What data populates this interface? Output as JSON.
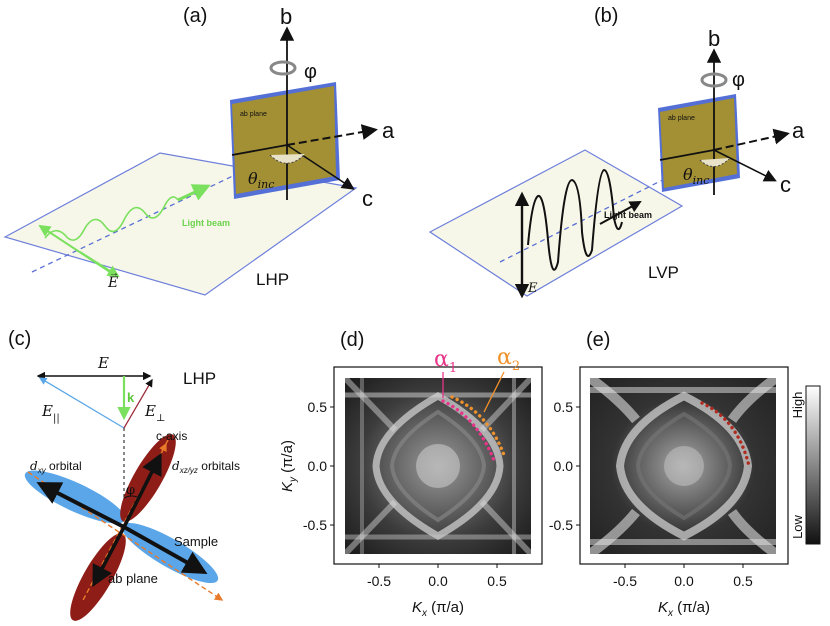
{
  "panels": {
    "a": {
      "label": "(a)",
      "axis_b": "b",
      "axis_a": "a",
      "axis_c": "c",
      "phi": "φ",
      "plane_label": "ab  plane",
      "theta_main": "θ",
      "theta_sub": "inc",
      "beam_label": "Light beam",
      "field_label": "E",
      "polarization": "LHP"
    },
    "b": {
      "label": "(b)",
      "axis_b": "b",
      "axis_a": "a",
      "axis_c": "c",
      "phi": "φ",
      "plane_label": "ab plane",
      "theta_main": "θ",
      "theta_sub": "inc",
      "beam_label": "Light beam",
      "field_label": "E",
      "polarization": "LVP"
    },
    "c": {
      "label": "(c)",
      "field_label": "E",
      "e_par": "E",
      "e_par_sub": "||",
      "e_perp": "E",
      "e_perp_sub": "⊥",
      "k_label": "k",
      "polarization": "LHP",
      "c_axis": "c-axis",
      "dxy_label": "xy",
      "dxy_suffix": "orbital",
      "dxz_label": "xz/yz",
      "dxz_suffix": "orbitals",
      "phi": "φ",
      "sample_label": "Sample",
      "plane_label": "ab plane"
    },
    "d": {
      "label": "(d)",
      "alpha1": "α",
      "alpha1_sub": "1",
      "alpha2": "α",
      "alpha2_sub": "2",
      "xlabel_main": "K",
      "xlabel_sub": "x",
      "xlabel_unit": " (π/a)",
      "ylabel_main": "K",
      "ylabel_sub": "y",
      "ylabel_unit": " (π/a)",
      "xticks": [
        "-0.5",
        "0.0",
        "0.5"
      ],
      "yticks": [
        "0.5",
        "0.0",
        "-0.5"
      ]
    },
    "e": {
      "label": "(e)",
      "xlabel_main": "K",
      "xlabel_sub": "x",
      "xlabel_unit": " (π/a)",
      "xticks": [
        "-0.5",
        "0.0",
        "0.5"
      ],
      "yticks": [
        "0.5",
        "0.0",
        "-0.5"
      ]
    }
  },
  "colorbar": {
    "high": "High",
    "low": "Low"
  },
  "colors": {
    "alpha1": "#e8358a",
    "alpha2": "#f0922b",
    "dotted_e": "#b02a1e",
    "sample_plate": "#a38f34",
    "plate_edge": "#5470d6",
    "beam_green": "#7be05e",
    "orbital_blue": "#5aa6e8",
    "orbital_red": "#8f1d17"
  }
}
